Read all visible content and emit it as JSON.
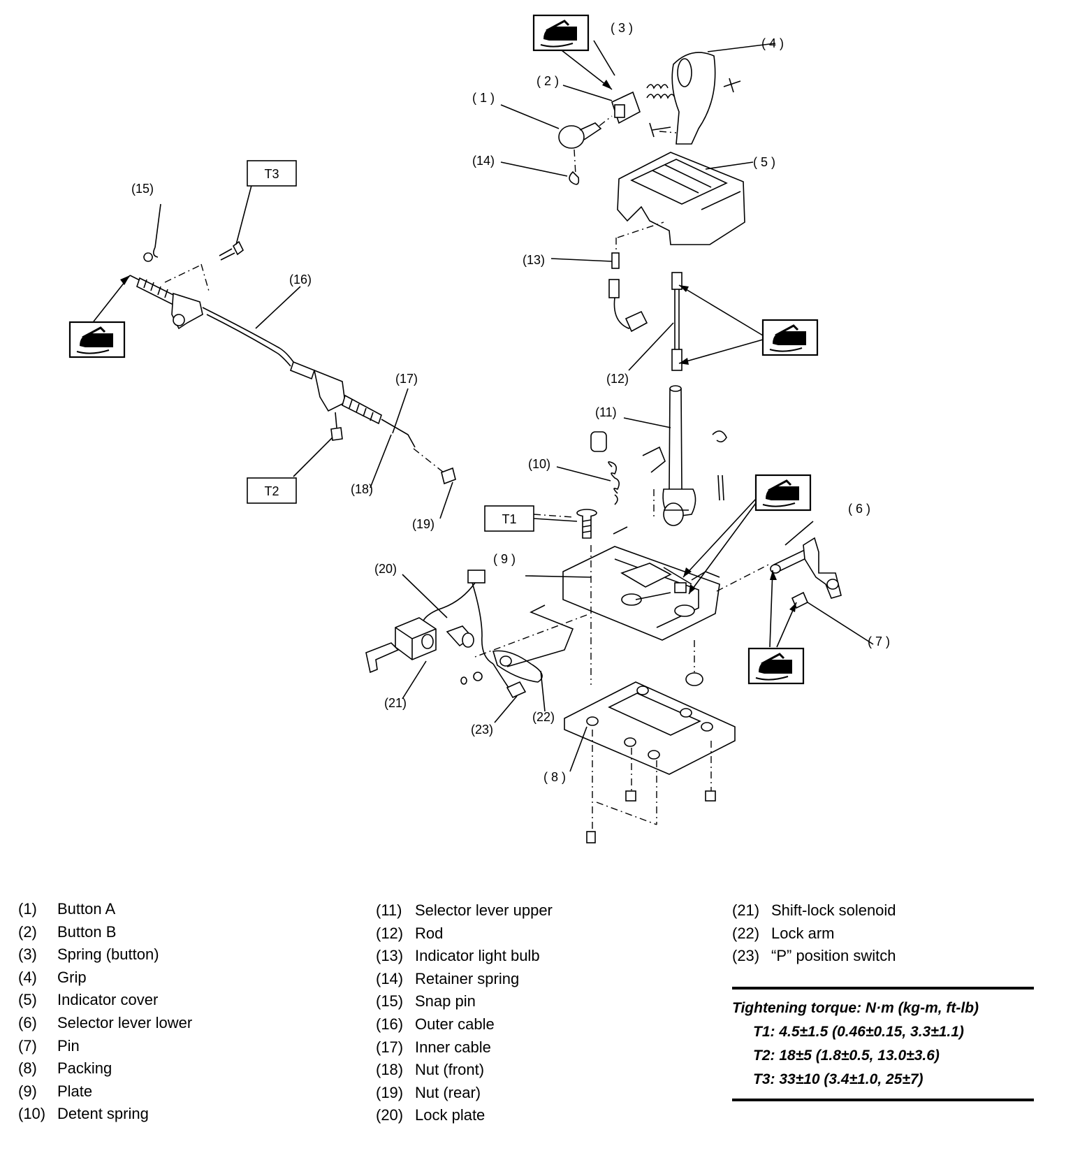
{
  "diagram": {
    "callouts": {
      "c1": "( 1 )",
      "c2": "( 2 )",
      "c3": "( 3 )",
      "c4": "( 4 )",
      "c5": "( 5 )",
      "c6": "( 6 )",
      "c7": "( 7 )",
      "c8": "( 8 )",
      "c9": "( 9 )",
      "c10": "(10)",
      "c11": "(11)",
      "c12": "(12)",
      "c13": "(13)",
      "c14": "(14)",
      "c15": "(15)",
      "c16": "(16)",
      "c17": "(17)",
      "c18": "(18)",
      "c19": "(19)",
      "c20": "(20)",
      "c21": "(21)",
      "c22": "(22)",
      "c23": "(23)"
    },
    "torque_tags": {
      "t1": "T1",
      "t2": "T2",
      "t3": "T3"
    }
  },
  "legend": {
    "col1": [
      {
        "num": "(1)",
        "name": "Button A"
      },
      {
        "num": "(2)",
        "name": "Button B"
      },
      {
        "num": "(3)",
        "name": "Spring (button)"
      },
      {
        "num": "(4)",
        "name": "Grip"
      },
      {
        "num": "(5)",
        "name": "Indicator cover"
      },
      {
        "num": "(6)",
        "name": "Selector lever lower"
      },
      {
        "num": "(7)",
        "name": "Pin"
      },
      {
        "num": "(8)",
        "name": "Packing"
      },
      {
        "num": "(9)",
        "name": "Plate"
      },
      {
        "num": "(10)",
        "name": "Detent spring"
      }
    ],
    "col2": [
      {
        "num": "(11)",
        "name": "Selector lever upper"
      },
      {
        "num": "(12)",
        "name": "Rod"
      },
      {
        "num": "(13)",
        "name": "Indicator light bulb"
      },
      {
        "num": "(14)",
        "name": "Retainer spring"
      },
      {
        "num": "(15)",
        "name": "Snap pin"
      },
      {
        "num": "(16)",
        "name": "Outer cable"
      },
      {
        "num": "(17)",
        "name": "Inner cable"
      },
      {
        "num": "(18)",
        "name": "Nut (front)"
      },
      {
        "num": "(19)",
        "name": "Nut (rear)"
      },
      {
        "num": "(20)",
        "name": "Lock plate"
      }
    ],
    "col3": [
      {
        "num": "(21)",
        "name": "Shift-lock solenoid"
      },
      {
        "num": "(22)",
        "name": "Lock arm"
      },
      {
        "num": "(23)",
        "name": "“P” position switch"
      }
    ]
  },
  "torque": {
    "title": "Tightening torque: N·m (kg-m, ft-lb)",
    "lines": [
      "T1: 4.5±1.5 (0.46±0.15, 3.3±1.1)",
      "T2: 18±5 (1.8±0.5, 13.0±3.6)",
      "T3: 33±10 (3.4±1.0, 25±7)"
    ]
  }
}
